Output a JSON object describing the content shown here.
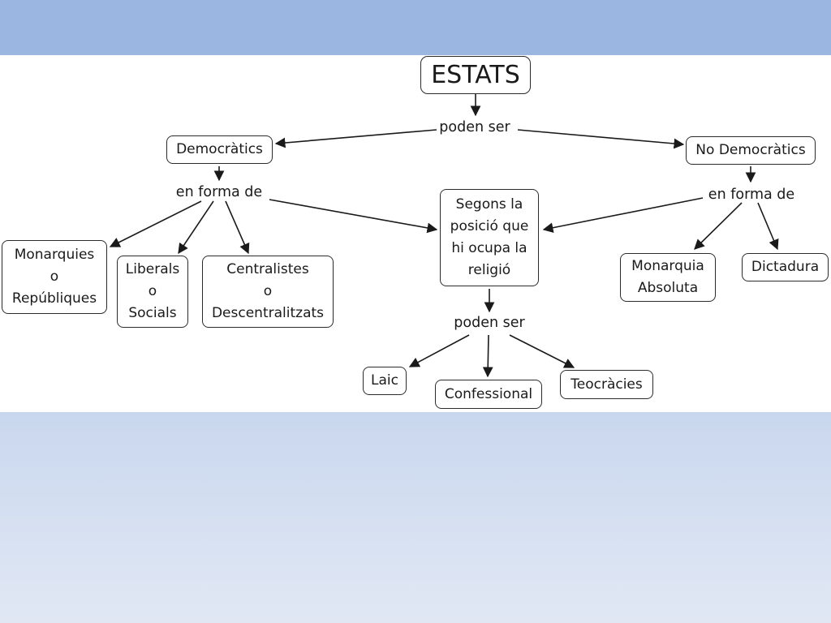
{
  "diagram": {
    "root": "ESTATS",
    "labels": {
      "poden_ser_top": "poden ser",
      "en_forma_de_left": "en forma de",
      "en_forma_de_right": "en forma de",
      "poden_ser_bottom": "poden ser"
    },
    "nodes": {
      "democratics": "Democràtics",
      "no_democratics": "No Democràtics",
      "monarquies": "Monarquies\no\nRepúbliques",
      "liberals": "Liberals\no\nSocials",
      "centralistes": "Centralistes\no\nDescentralitzats",
      "religio": "Segons la\nposició que\nhi ocupa la\nreligió",
      "monarquia_absoluta": "Monarquia\nAbsoluta",
      "dictadura": "Dictadura",
      "laic": "Laic",
      "confessional": "Confessional",
      "teocracies": "Teocràcies"
    },
    "colors": {
      "top_band": "#9cb6e2",
      "diagram_bg": "#ffffff",
      "bottom_band": "#d4dff1",
      "line": "#1a1a1a"
    }
  }
}
